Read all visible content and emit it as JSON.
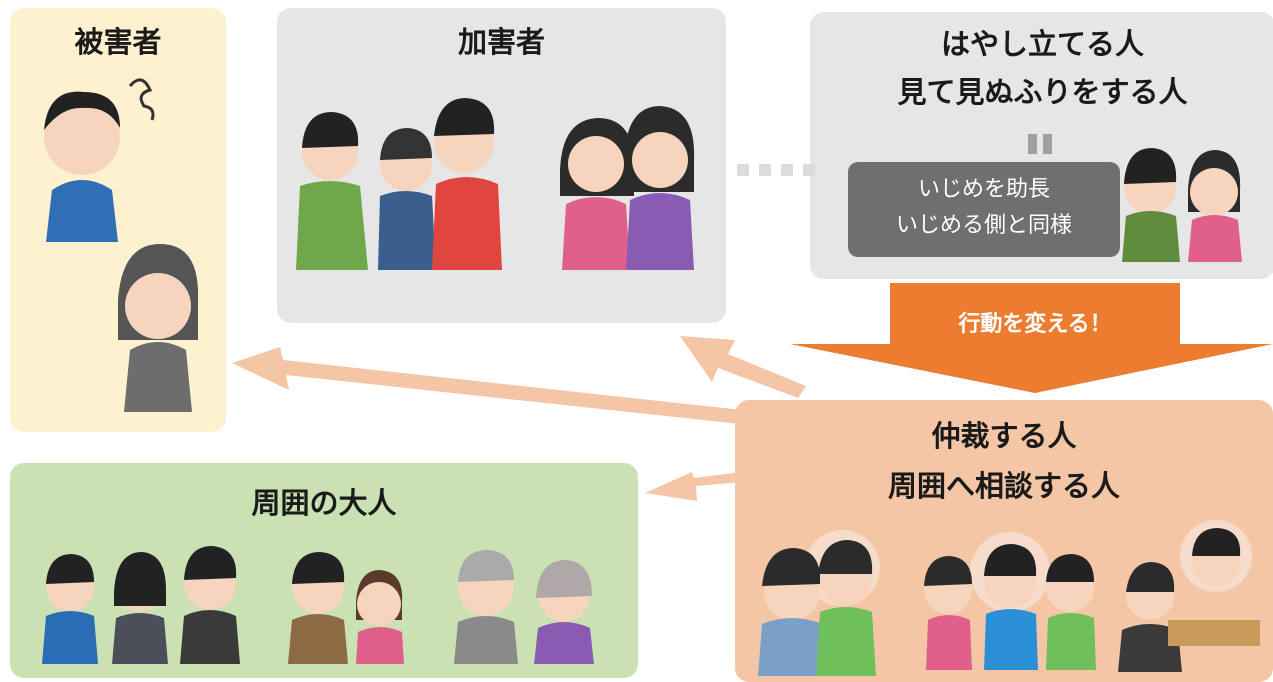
{
  "victim": {
    "title": "被害者"
  },
  "attacker": {
    "title": "加害者"
  },
  "bystander": {
    "title_line1": "はやし立てる人",
    "title_line2": "見て見ぬふりをする人",
    "note_line1": "いじめを助長",
    "note_line2": "いじめる側と同様"
  },
  "arrow_label": "行動を変える！",
  "mediator": {
    "title_line1": "仲裁する人",
    "title_line2": "周囲へ相談する人"
  },
  "adults": {
    "title": "周囲の大人"
  },
  "colors": {
    "victim_bg": "#fdf1cf",
    "attacker_bg": "#e6e6e6",
    "adults_bg": "#c9e1b3",
    "mediator_bg": "#f4c6a5",
    "arrow_orange": "#ec7c30",
    "arrow_peach": "#f4c6a5"
  },
  "illustrations": [
    "worried-boy-icon",
    "crying-girl-icon",
    "bullies-group-icon",
    "whispering-girls-icon",
    "bystanders-icon",
    "consoling-friends-icon",
    "talking-children-icon",
    "teacher-consult-icon",
    "teachers-icon",
    "parents-icon",
    "grandparents-icon"
  ]
}
